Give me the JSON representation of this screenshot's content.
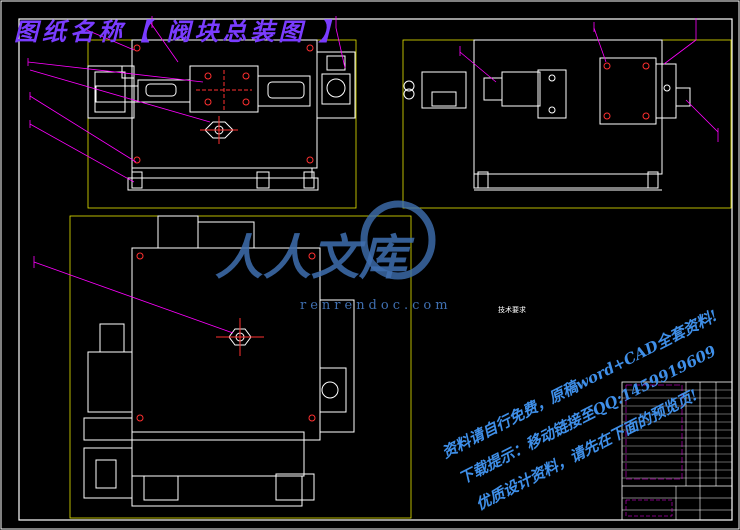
{
  "drawing_title": "图纸名称【 阀块总装图 】",
  "watermark": {
    "logo_text": "人人文库",
    "url": "renrendoc.com"
  },
  "notice_lines": [
    "资料请自行免费，原稿word+CAD全套资料!",
    "下载提示：移动链接至QQ:1459919609",
    "优质设计资料，请先在下面的预览页!"
  ],
  "technical_requirements_label": "技术要求",
  "colors": {
    "background": "#000000",
    "outline": "#ffffff",
    "frame": "#e8e800",
    "leader": "#ff00ff",
    "centerline": "#ff3030",
    "watermark": "#3f6fb0",
    "notice": "#3f8fe8",
    "title": "#7a3cff"
  }
}
